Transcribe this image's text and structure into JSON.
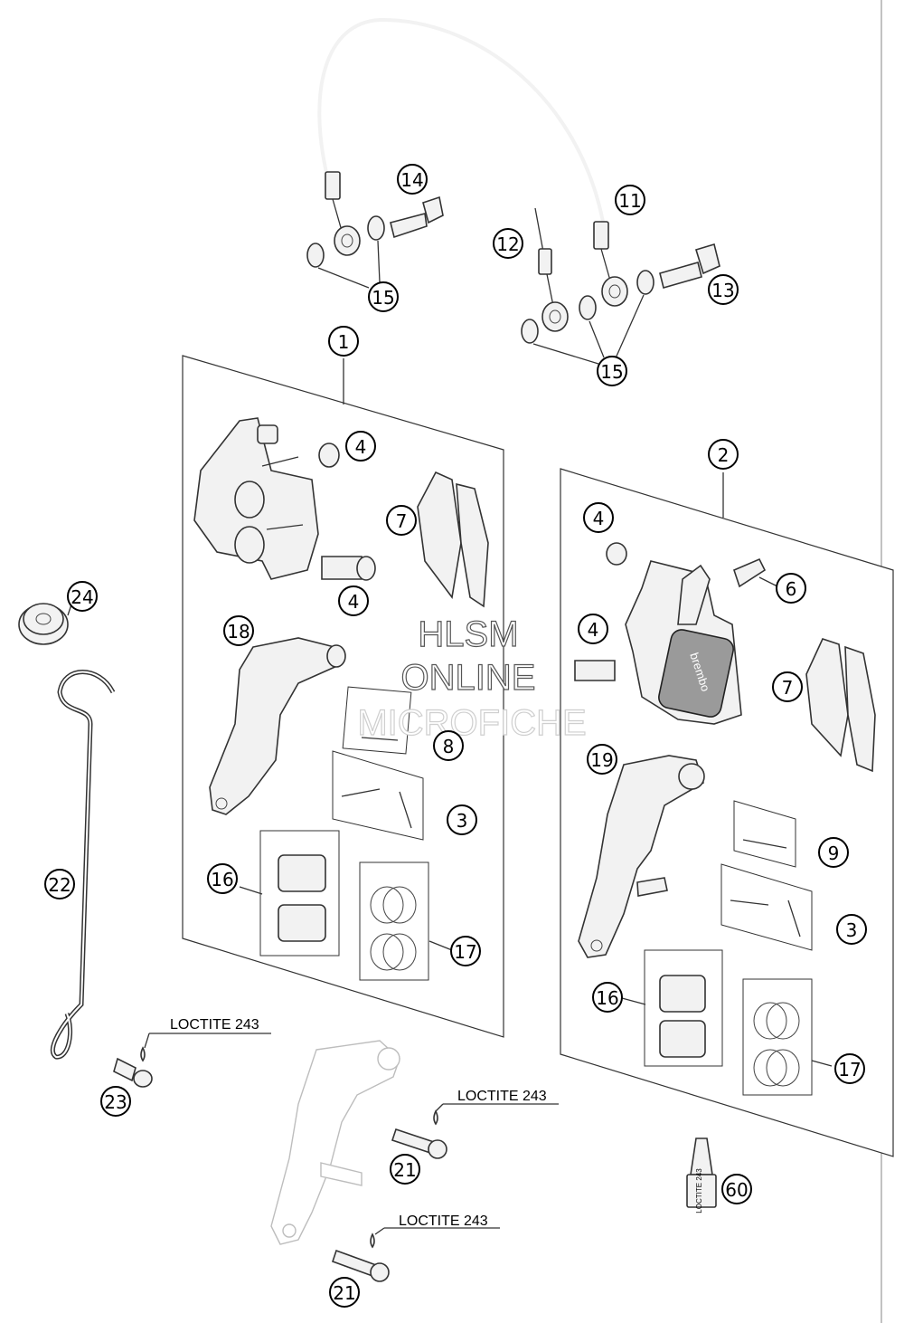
{
  "callouts": [
    {
      "id": "c1",
      "label": "1"
    },
    {
      "id": "c2",
      "label": "2"
    },
    {
      "id": "c3a",
      "label": "3"
    },
    {
      "id": "c3b",
      "label": "3"
    },
    {
      "id": "c4a",
      "label": "4"
    },
    {
      "id": "c4b",
      "label": "4"
    },
    {
      "id": "c4c",
      "label": "4"
    },
    {
      "id": "c4d",
      "label": "4"
    },
    {
      "id": "c6",
      "label": "6"
    },
    {
      "id": "c7a",
      "label": "7"
    },
    {
      "id": "c7b",
      "label": "7"
    },
    {
      "id": "c8",
      "label": "8"
    },
    {
      "id": "c9",
      "label": "9"
    },
    {
      "id": "c11",
      "label": "11"
    },
    {
      "id": "c12",
      "label": "12"
    },
    {
      "id": "c13",
      "label": "13"
    },
    {
      "id": "c14",
      "label": "14"
    },
    {
      "id": "c15a",
      "label": "15"
    },
    {
      "id": "c15b",
      "label": "15"
    },
    {
      "id": "c16a",
      "label": "16"
    },
    {
      "id": "c16b",
      "label": "16"
    },
    {
      "id": "c17a",
      "label": "17"
    },
    {
      "id": "c17b",
      "label": "17"
    },
    {
      "id": "c18",
      "label": "18"
    },
    {
      "id": "c19",
      "label": "19"
    },
    {
      "id": "c21a",
      "label": "21"
    },
    {
      "id": "c21b",
      "label": "21"
    },
    {
      "id": "c22",
      "label": "22"
    },
    {
      "id": "c23",
      "label": "23"
    },
    {
      "id": "c24",
      "label": "24"
    },
    {
      "id": "c60",
      "label": "60"
    }
  ],
  "loctite_labels": [
    "LOCTITE 243",
    "LOCTITE 243",
    "LOCTITE 243"
  ],
  "watermark": {
    "line1": "HLSM",
    "line2": "ONLINE",
    "line3": "MICROFICHE"
  },
  "caliper_brand": "brembo",
  "tube_label": "LOCTITE 243"
}
